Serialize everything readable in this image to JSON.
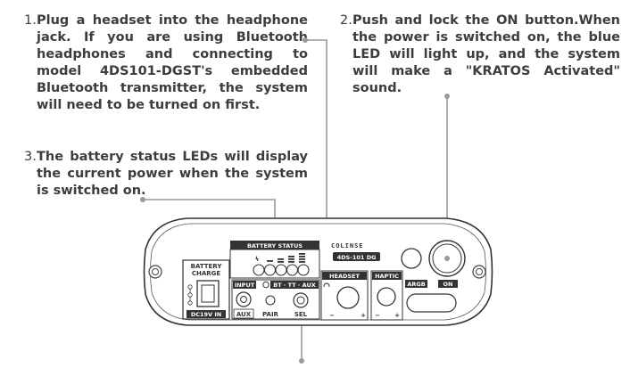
{
  "steps": [
    {
      "num": "1.",
      "text": "Plug a headset into the headphone jack. If you are using Bluetooth headphones and connecting to model 4DS101-DGST's embedded Bluetooth transmitter, the system will need to be turned on first."
    },
    {
      "num": "2.",
      "text": "Push and lock the ON button.When the power is switched on, the blue LED will light up, and the system will make a \"KRATOS Activated\" sound."
    },
    {
      "num": "3.",
      "text": "The battery status LEDs will display the current power when the system is switched on."
    }
  ],
  "device": {
    "brand": "COLINSE",
    "model": "4DS-101 DG",
    "battery_status": "BATTERY STATUS",
    "battery_charge_line1": "BATTERY",
    "battery_charge_line2": "CHARGE",
    "dc_in": "DC19V IN",
    "input": "INPUT",
    "input_modes": "BT · TT · AUX",
    "aux": "AUX",
    "pair": "PAIR",
    "sel": "SEL",
    "headset": "HEADSET",
    "haptic": "HAPTIC",
    "argb": "ARGB",
    "on": "ON",
    "minus": "−",
    "plus": "+",
    "lightning": "ϟ"
  }
}
